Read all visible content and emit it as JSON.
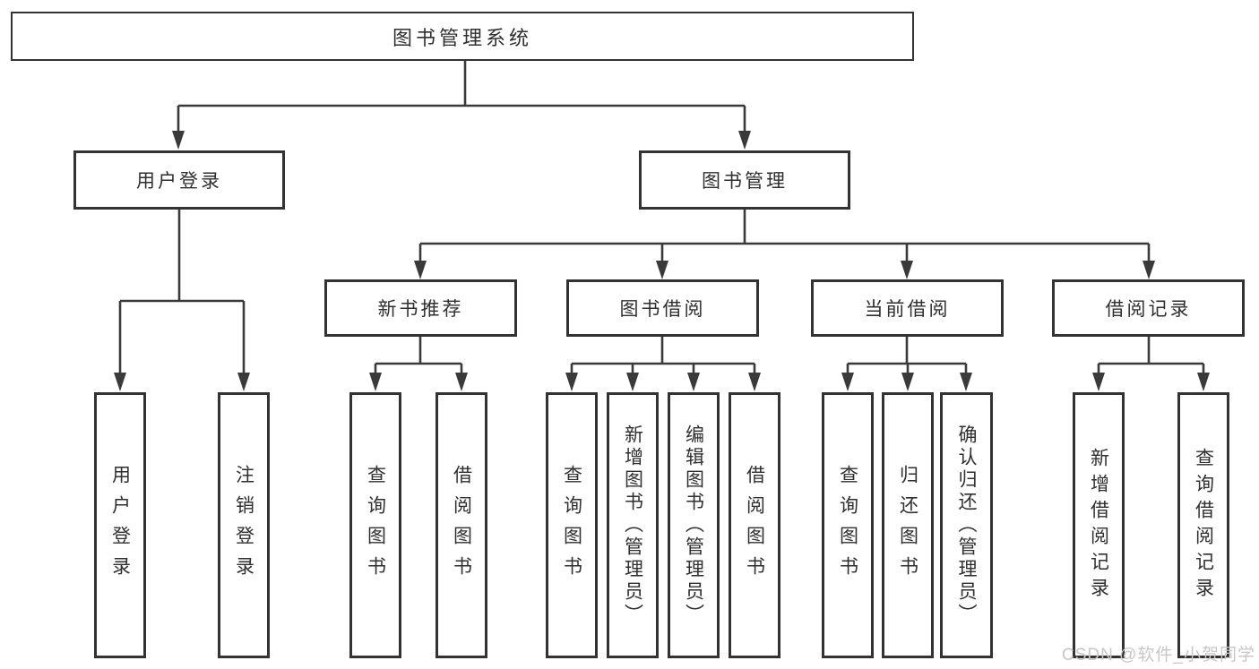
{
  "diagram": {
    "root": {
      "label": "图书管理系统"
    },
    "user_login": {
      "label": "用户登录",
      "children": [
        {
          "label": "用户登录"
        },
        {
          "label": "注销登录"
        }
      ]
    },
    "book_mgmt": {
      "label": "图书管理",
      "groups": [
        {
          "label": "新书推荐",
          "children": [
            {
              "label": "查询图书"
            },
            {
              "label": "借阅图书"
            }
          ]
        },
        {
          "label": "图书借阅",
          "children": [
            {
              "label": "查询图书"
            },
            {
              "label": "新增图书（管理员）"
            },
            {
              "label": "编辑图书（管理员）"
            },
            {
              "label": "借阅图书"
            }
          ]
        },
        {
          "label": "当前借阅",
          "children": [
            {
              "label": "查询图书"
            },
            {
              "label": "归还图书"
            },
            {
              "label": "确认归还（管理员）"
            }
          ]
        },
        {
          "label": "借阅记录",
          "children": [
            {
              "label": "新增借阅记录"
            },
            {
              "label": "查询借阅记录"
            }
          ]
        }
      ]
    }
  },
  "watermark": "CSDN @软件_小贺同学",
  "colors": {
    "line": "#3a3a3a",
    "box_border": "#333333",
    "text": "#2f2f2f",
    "watermark": "#c7c7c7",
    "background": "#ffffff"
  }
}
